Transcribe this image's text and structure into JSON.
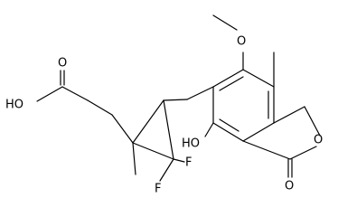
{
  "molecule": {
    "labels": {
      "o_carbonyl_acid": "O",
      "oh_acid": "HO",
      "f_upper": "F",
      "f_lower": "F",
      "o_methoxy": "O",
      "oh_phenol": "HO",
      "o_ring": "O",
      "o_lactone": "O"
    }
  },
  "colors": {
    "bond": "#000000",
    "text": "#000000",
    "background": "#ffffff"
  }
}
